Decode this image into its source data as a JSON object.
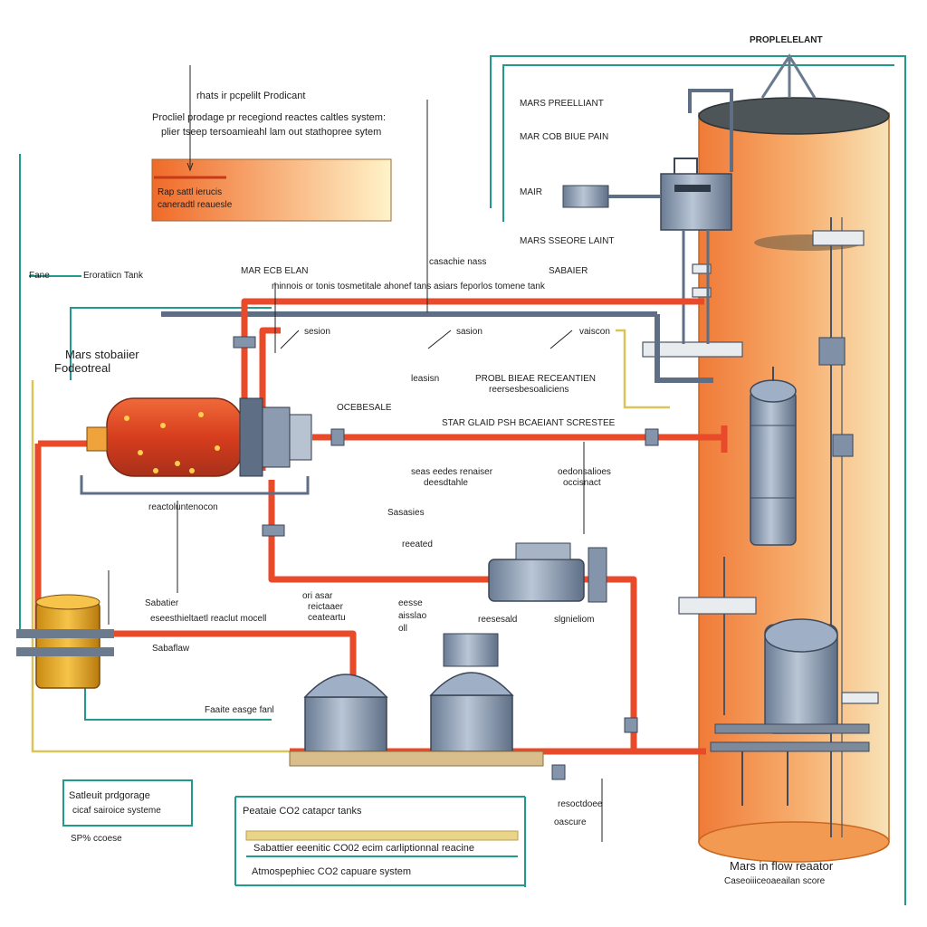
{
  "header": {
    "top_right_title": "PROPLELELANT"
  },
  "labels": {
    "intro_line1": "rhats ir pcpelilt Prodicant",
    "intro_line2": "Procliel   prodage pr recegiond reactes caltles system:",
    "intro_line3": "plier   tseep tersoamieahl lam out stathopree sytem",
    "swatch_line1": "Rap sattl ierucis",
    "swatch_line2": "caneradtl reauesle",
    "legend_tank_a": "Fane",
    "legend_tank_b": "Eroratiicn Tank",
    "mars_prop": "MARS PREELLIANT",
    "mars_cob": "MAR  COB  BIUE  PAIN",
    "mair": "MAIR",
    "mars_storage": "MARS  SSEORE  LAINT",
    "mar_ecb": "MAR   ECB  ELAN",
    "scribe_line": "minnois  or tonis  tosmetitale   ahonef tans   asiars  feporlos tomene tank",
    "cascade": "casachie  nass",
    "sabarier": "SABAIER",
    "mars_stabilizer_1": "Mars stobaiier",
    "mars_stabilizer_2": "Fodeotreal",
    "sesion": "sesion",
    "sasion": "sasion",
    "vaiscon": "vaiscon",
    "leasisn": "leasisn",
    "prob_1": "PROBL  BIEAE  RECEANTIEN",
    "prob_2": "reersesbesoaliciens",
    "ocesle": "OCEBESALE",
    "star": "STAR  GLAID  PSH   BCAEIANT   SCRESTEE",
    "seas_1": "seas  eedes  renaiser",
    "seas_2": "deesdtahle",
    "ocen_1": "oedonsalioes",
    "ocen_2": "occisnact",
    "reactor_1": "reactoluntenocon",
    "sabatier_mid": "Sasasies",
    "reeated": "reeated",
    "sabatier_left": "Sabatier",
    "reactor_left": "eseesthieltaetl   reaclut  mocell",
    "sabaflow": "Sabaflaw",
    "mid_1": "ori  asar",
    "mid_2": "reictaaer",
    "mid_3": "ceateartu",
    "side_1": "eesse",
    "side_2": "aisslao",
    "side_3": "oll",
    "reseaald": "reesesald",
    "sighal": "slgnieliom",
    "fuel_tank": "Faaite  easge fanl",
    "res_1": "resoctdoee",
    "res_2": "oascure",
    "box_bl_1": "Satleuit prdgorage",
    "box_bl_2": "cicaf  sairoice  systeme",
    "footnote": "SP%   ccoese",
    "legend_title": "Peataie  CO2  catapcr tanks",
    "legend_row1": "Sabattier eeenitic CO02 ecim carliptionnal reacine",
    "legend_row2": "Atmospephiec CO2  capuare system",
    "reactor_title": "Mars  in flow reaator",
    "reactor_sub": "Caseoiiiceoaeailan score"
  },
  "colors": {
    "pipe_red": "#e84a2a",
    "pipe_gray": "#5e6f85",
    "teal_line": "#1f9a8c",
    "gold_line": "#d8c45a",
    "tank_orange": "#f59a4a",
    "tank_blue": "#8a9bb3",
    "heater_red": "#d9472a",
    "swatch_orange": "#f07a30"
  },
  "icons": [
    "pressure-vessel-icon",
    "heater-drum-icon",
    "pump-icon",
    "valve-icon",
    "electrolyzer-icon"
  ]
}
